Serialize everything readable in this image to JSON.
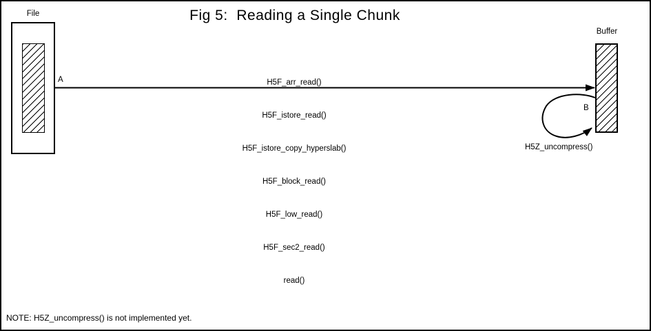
{
  "title": "Fig 5:  Reading a Single Chunk",
  "file": {
    "label": "File"
  },
  "buffer": {
    "label": "Buffer"
  },
  "arrow_a": {
    "label": "A",
    "functions": [
      "H5F_arr_read()",
      "H5F_istore_read()",
      "H5F_istore_copy_hyperslab()",
      "H5F_block_read()",
      "H5F_low_read()",
      "H5F_sec2_read()",
      "read()"
    ]
  },
  "arrow_b": {
    "label": "B",
    "function": "H5Z_uncompress()"
  },
  "note": "NOTE: H5Z_uncompress() is not implemented yet.",
  "colors": {
    "ink": "#000000",
    "background": "#ffffff"
  }
}
